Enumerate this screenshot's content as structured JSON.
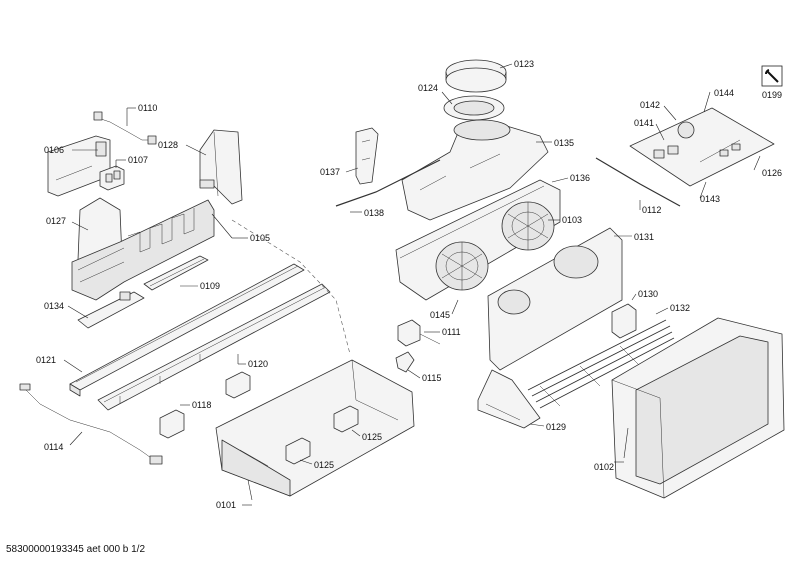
{
  "footer": {
    "text": "58300000193345 aet 000 b 1/2"
  },
  "labels": {
    "l0110": "0110",
    "l0106": "0106",
    "l0107": "0107",
    "l0128": "0128",
    "l0127": "0127",
    "l0105": "0105",
    "l0109": "0109",
    "l0134": "0134",
    "l0121": "0121",
    "l0120": "0120",
    "l0114": "0114",
    "l0118": "0118",
    "l0101": "0101",
    "l0125a": "0125",
    "l0125b": "0125",
    "l0124": "0124",
    "l0123": "0123",
    "l0135": "0135",
    "l0137": "0137",
    "l0138": "0138",
    "l0136": "0136",
    "l0103": "0103",
    "l0145": "0145",
    "l0111": "0111",
    "l0115": "0115",
    "l0131": "0131",
    "l0130": "0130",
    "l0132": "0132",
    "l0129": "0129",
    "l0102": "0102",
    "l0142": "0142",
    "l0144": "0144",
    "l0141": "0141",
    "l0112": "0112",
    "l0143": "0143",
    "l0126": "0126",
    "l0199": "0199"
  },
  "icons": {
    "service": "wrench-icon"
  }
}
